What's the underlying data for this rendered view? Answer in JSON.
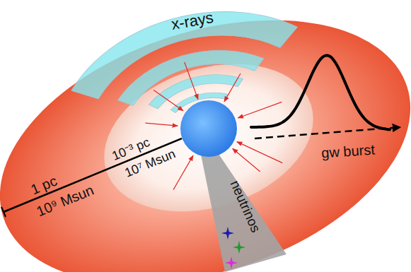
{
  "diagram": {
    "labels": [
      "x-rays",
      "10⁻³ pc",
      "10⁷ Msun",
      "1 pc",
      "10⁹ Msun",
      "neutrinos",
      "gw burst"
    ]
  }
}
